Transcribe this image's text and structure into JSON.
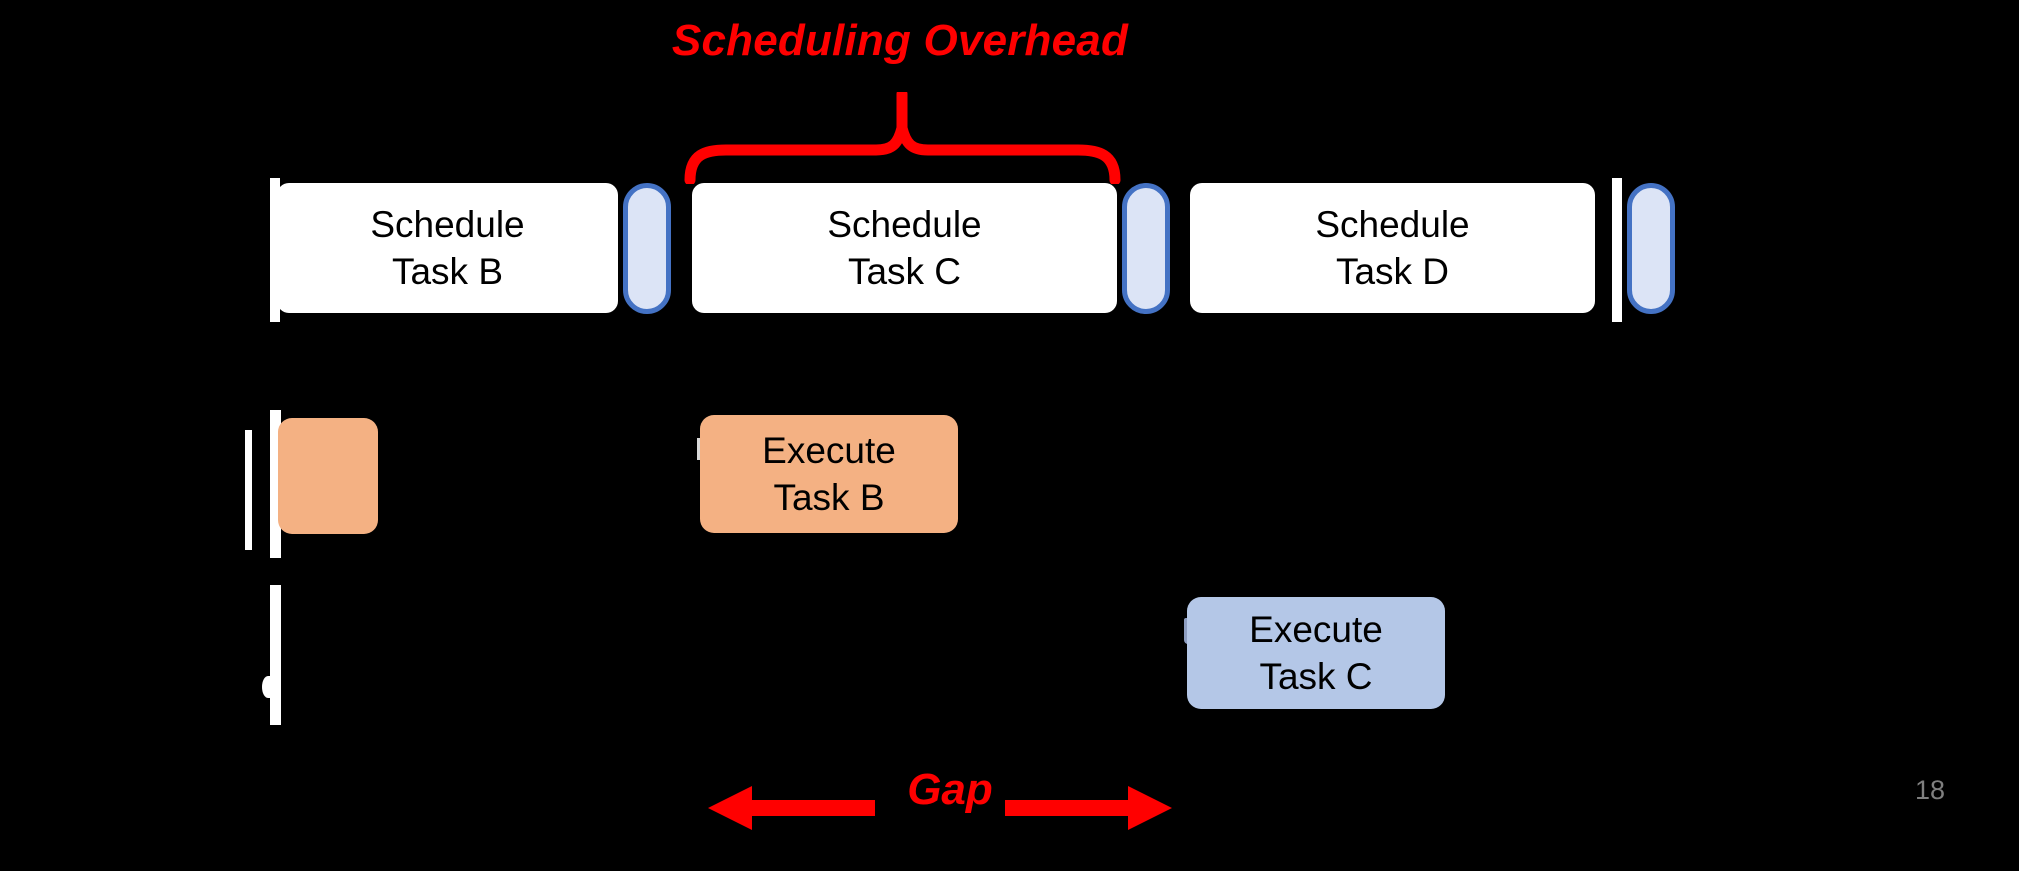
{
  "slide": {
    "page_number": "18",
    "background_color": "#000000"
  },
  "annotations": {
    "overhead_label": "Scheduling Overhead",
    "gap_label": "Gap",
    "accent_color": "#FF0000"
  },
  "scheduler_row": {
    "blocks": [
      {
        "line1": "Schedule",
        "line2": "Task B",
        "fill": "#FFFFFF"
      },
      {
        "line1": "Schedule",
        "line2": "Task C",
        "fill": "#FFFFFF"
      },
      {
        "line1": "Schedule",
        "line2": "Task D",
        "fill": "#FFFFFF"
      }
    ],
    "context_switch": {
      "fill": "#DCE4F6",
      "border": "#4472C4",
      "count": 3
    }
  },
  "execution_rows": [
    {
      "line1": "Execute",
      "line2": "Task B",
      "fill": "#F4B183"
    },
    {
      "line1": "Execute",
      "line2": "Task C",
      "fill": "#B4C7E7"
    }
  ]
}
